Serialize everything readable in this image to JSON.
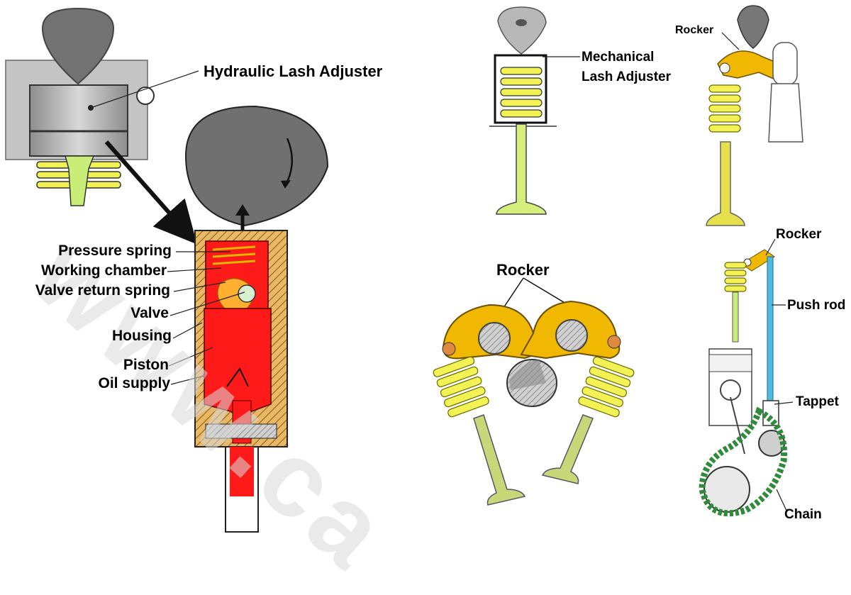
{
  "labels": {
    "hydraulic_lash_adjuster": "Hydraulic Lash Adjuster",
    "pressure_spring": "Pressure spring",
    "working_chamber": "Working chamber",
    "valve_return_spring": "Valve return spring",
    "valve": "Valve",
    "housing": "Housing",
    "piston": "Piston",
    "oil_supply": "Oil supply",
    "mechanical_lash_adjuster_line1": "Mechanical",
    "mechanical_lash_adjuster_line2": "Lash Adjuster",
    "rocker_top": "Rocker",
    "rocker_middle": "Rocker",
    "rocker_right": "Rocker",
    "push_rod": "Push rod",
    "tappet": "Tappet",
    "chain": "Chain"
  },
  "watermark": "www.ca",
  "colors": {
    "cam": "#6e6e6e",
    "hydraulic_body": "#b8b8b8",
    "hydraulic_fill": "#ff1a1a",
    "housing_hatch": "#d9a441",
    "spring_yellow": "#f2f255",
    "valve_green": "#d6ee7a",
    "rocker_orange": "#f0b800",
    "push_rod_blue": "#4fb9e0",
    "chain_green": "#2e8b3a"
  }
}
